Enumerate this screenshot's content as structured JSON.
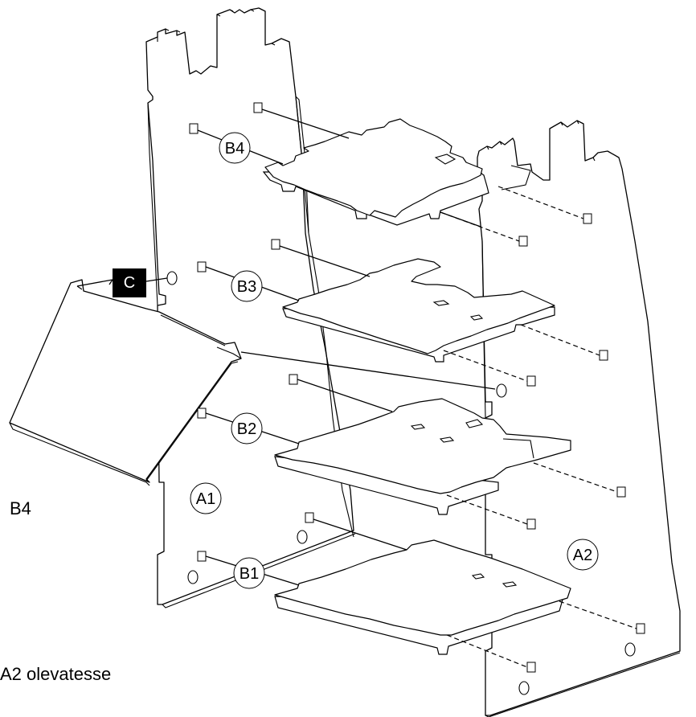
{
  "labels": {
    "side_a1": "A1",
    "side_a2": "A2",
    "shelf_b1": "B1",
    "shelf_b2": "B2",
    "shelf_b3": "B3",
    "shelf_b4": "B4",
    "part_c": "C"
  },
  "captions": {
    "left_caption": "B4",
    "bottom_caption": "A2 olevatesse"
  },
  "colors": {
    "line": "#000000",
    "background": "#ffffff",
    "callout_fill": "#000000",
    "callout_text": "#ffffff"
  }
}
